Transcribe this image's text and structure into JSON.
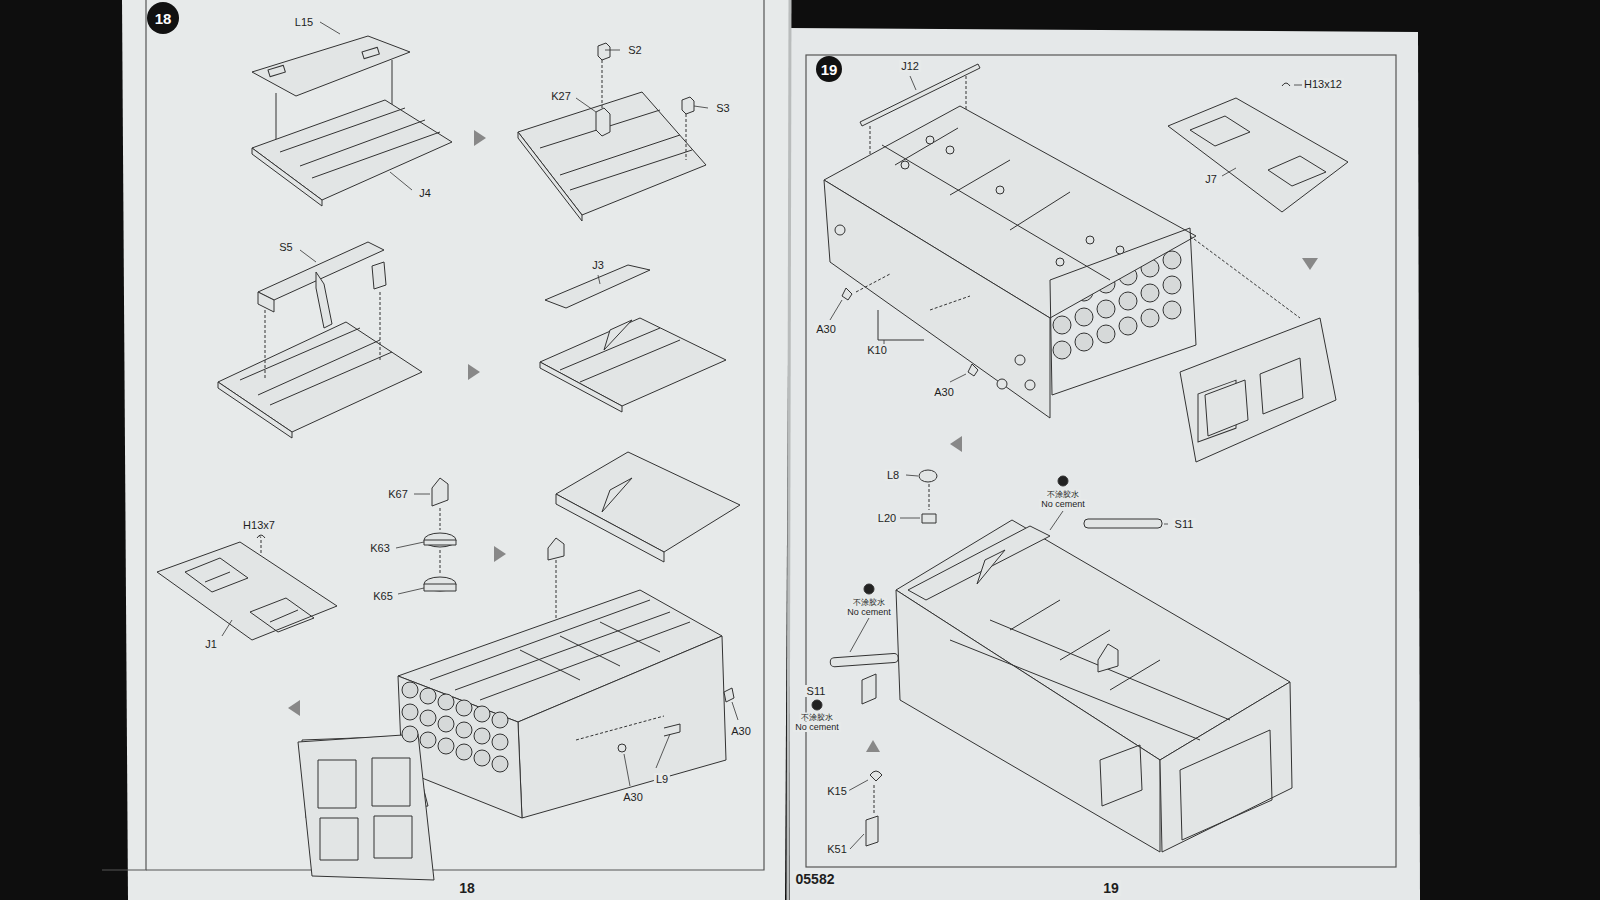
{
  "diagram": {
    "nodes": [
      {
        "text": [
          "18"
        ]
      },
      {
        "text": [
          "19"
        ]
      }
    ],
    "labels": [
      "L15",
      "S2",
      "K27",
      "S3",
      "J4",
      "S5",
      "J3",
      "H13x7",
      "K67",
      "K63",
      "K65",
      "J1",
      "A30",
      "L9",
      "A30",
      "18",
      "J12",
      "H13x12",
      "J7",
      "A30",
      "K10",
      "A30",
      "L8",
      "不涂胶水",
      "No cement",
      "S11",
      "L20",
      "不涂胶水",
      "No cement",
      "S11",
      "不涂胶水",
      "No cement",
      "K15",
      "K51",
      "05582",
      "19"
    ]
  }
}
